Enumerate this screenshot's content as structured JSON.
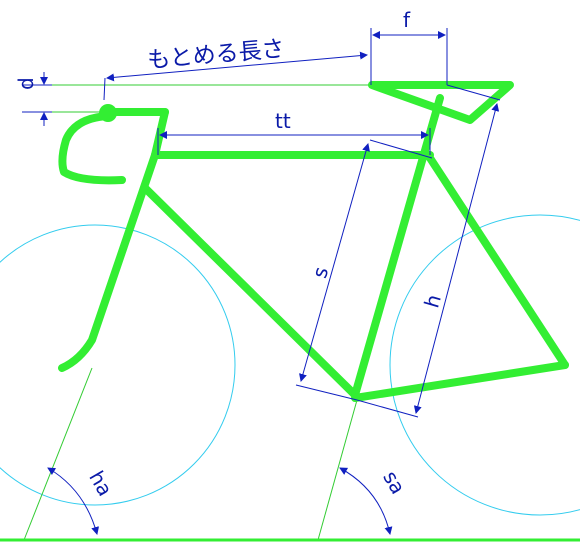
{
  "labels": {
    "title": "もとめる長さ",
    "f": "f",
    "d": "d",
    "tt": "tt",
    "s": "s",
    "h": "h",
    "ha": "ha",
    "sa": "sa"
  },
  "colors": {
    "frame": "#33ee33",
    "wheel": "#33ccee",
    "dimension": "#1020c0",
    "guide": "#33cc33"
  }
}
